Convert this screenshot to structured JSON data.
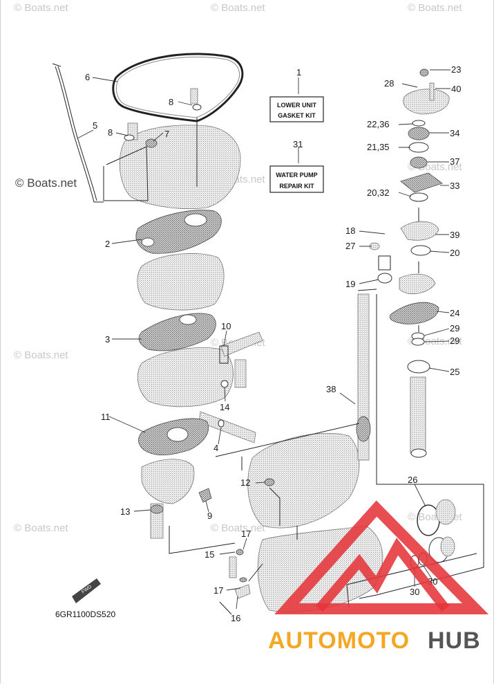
{
  "diagram": {
    "watermarks": [
      "© Boats.net"
    ],
    "kits": {
      "lower_unit": {
        "line1": "LOWER UNIT",
        "line2": "GASKET KIT"
      },
      "water_pump": {
        "line1": "WATER PUMP",
        "line2": "REPAIR KIT"
      }
    },
    "callouts": {
      "c1": "1",
      "c2": "2",
      "c3": "3",
      "c4": "4",
      "c5": "5",
      "c6": "6",
      "c7": "7",
      "c8": "8",
      "c9": "9",
      "c10": "10",
      "c11": "11",
      "c12": "12",
      "c13": "13",
      "c14": "14",
      "c15": "15",
      "c16": "16",
      "c17": "17",
      "c18": "18",
      "c19": "19",
      "c20": "20",
      "c20_32": "20,32",
      "c21_35": "21,35",
      "c22_36": "22,36",
      "c23": "23",
      "c24": "24",
      "c25": "25",
      "c26": "26",
      "c27": "27",
      "c28": "28",
      "c29": "29",
      "c30": "30",
      "c31": "31",
      "c33": "33",
      "c34": "34",
      "c37": "37",
      "c38": "38",
      "c39": "39",
      "c40": "40"
    },
    "diagram_code": "6GR1100DS520",
    "fwd_arrow": "FWD",
    "logo": {
      "part1": "AUTOMOTO",
      "part2": "HUB"
    },
    "colors": {
      "logo_orange": "#f5a623",
      "logo_red": "#e5343a",
      "logo_gray": "#555555"
    }
  }
}
